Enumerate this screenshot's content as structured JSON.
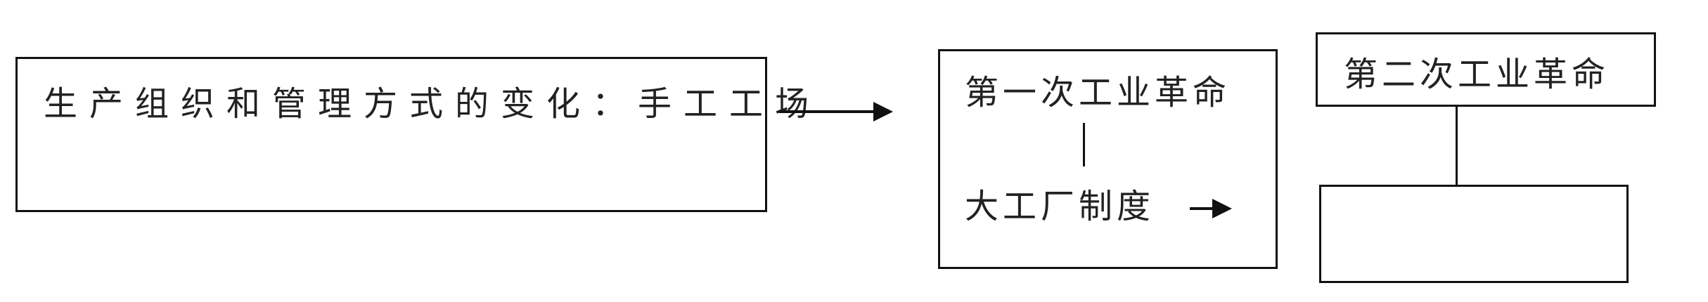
{
  "stage1": {
    "label": "生产组织和管理方式的变化：手工工场"
  },
  "stage2": {
    "title": "第一次工业革命",
    "result": "大工厂制度"
  },
  "stage3": {
    "title": "第二次工业革命",
    "result": ""
  }
}
